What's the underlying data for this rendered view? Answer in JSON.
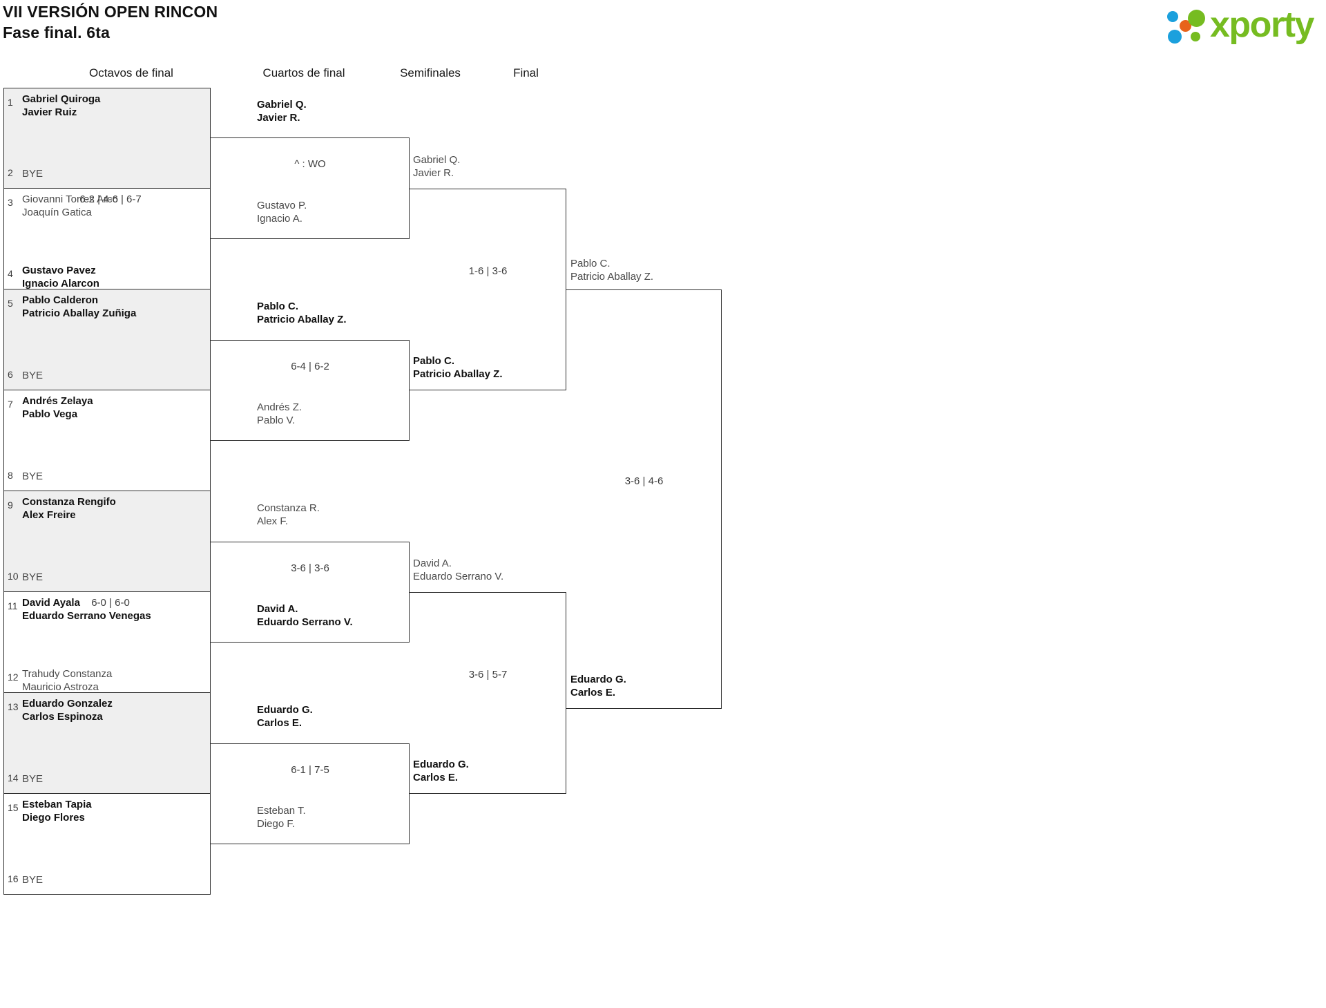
{
  "header": {
    "title_line1": "VII VERSIÓN OPEN RINCON",
    "title_line2": "Fase final. 6ta",
    "logo_text": "xporty",
    "logo_colors": {
      "green": "#76bc21",
      "blue": "#1ba0dd",
      "orange": "#e8631a"
    }
  },
  "rounds": [
    {
      "label": "Octavos de final"
    },
    {
      "label": "Cuartos de final"
    },
    {
      "label": "Semifinales"
    },
    {
      "label": "Final"
    }
  ],
  "r16": [
    {
      "seed": "1",
      "line1": "Gabriel Quiroga",
      "line2": "Javier Ruiz",
      "winner": true
    },
    {
      "seed": "2",
      "bye": "BYE"
    },
    {
      "seed": "3",
      "line1": "Giovanni Torres Arco",
      "line2": "Joaquín Gatica",
      "winner": false
    },
    {
      "seed": "4",
      "line1": "Gustavo Pavez",
      "line2": "Ignacio Alarcon",
      "winner": true
    },
    {
      "seed": "5",
      "line1": "Pablo Calderon",
      "line2": "Patricio Aballay Zuñiga",
      "winner": true
    },
    {
      "seed": "6",
      "bye": "BYE"
    },
    {
      "seed": "7",
      "line1": "Andrés Zelaya",
      "line2": "Pablo Vega",
      "winner": true
    },
    {
      "seed": "8",
      "bye": "BYE"
    },
    {
      "seed": "9",
      "line1": "Constanza Rengifo",
      "line2": "Alex Freire",
      "winner": true
    },
    {
      "seed": "10",
      "bye": "BYE"
    },
    {
      "seed": "11",
      "line1": "David Ayala",
      "line2": "Eduardo Serrano Venegas",
      "winner": true
    },
    {
      "seed": "12",
      "line1": "Trahudy Constanza",
      "line2": "Mauricio Astroza",
      "winner": false
    },
    {
      "seed": "13",
      "line1": "Eduardo Gonzalez",
      "line2": "Carlos Espinoza",
      "winner": true
    },
    {
      "seed": "14",
      "bye": "BYE"
    },
    {
      "seed": "15",
      "line1": "Esteban Tapia",
      "line2": "Diego Flores",
      "winner": true
    },
    {
      "seed": "16",
      "bye": "BYE"
    }
  ],
  "r16_scores": [
    {
      "value": ""
    },
    {
      "value": "6-2 | 4-6 | 6-7"
    },
    {
      "value": ""
    },
    {
      "value": ""
    },
    {
      "value": ""
    },
    {
      "value": "6-0 | 6-0"
    },
    {
      "value": ""
    },
    {
      "value": ""
    }
  ],
  "quarters": [
    {
      "top": {
        "line1": "Gabriel Q.",
        "line2": "Javier R.",
        "winner": true
      },
      "bottom": {
        "line1": "Gustavo P.",
        "line2": "Ignacio A.",
        "winner": false
      },
      "score": "^ : WO"
    },
    {
      "top": {
        "line1": "Pablo C.",
        "line2": "Patricio Aballay Z.",
        "winner": true
      },
      "bottom": {
        "line1": "Andrés Z.",
        "line2": "Pablo V.",
        "winner": false
      },
      "score": "6-4 | 6-2"
    },
    {
      "top": {
        "line1": "Constanza R.",
        "line2": "Alex F.",
        "winner": false
      },
      "bottom": {
        "line1": "David A.",
        "line2": "Eduardo Serrano V.",
        "winner": true
      },
      "score": "3-6 | 3-6"
    },
    {
      "top": {
        "line1": "Eduardo G.",
        "line2": "Carlos E.",
        "winner": true
      },
      "bottom": {
        "line1": "Esteban T.",
        "line2": "Diego F.",
        "winner": false
      },
      "score": "6-1 | 7-5"
    }
  ],
  "semis": [
    {
      "top": {
        "line1": "Gabriel Q.",
        "line2": "Javier R.",
        "winner": false
      },
      "bottom": {
        "line1": "Pablo C.",
        "line2": "Patricio Aballay Z.",
        "winner": true
      },
      "score": "1-6 | 3-6"
    },
    {
      "top": {
        "line1": "David A.",
        "line2": "Eduardo Serrano V.",
        "winner": false
      },
      "bottom": {
        "line1": "Eduardo G.",
        "line2": "Carlos E.",
        "winner": true
      },
      "score": "3-6 | 5-7"
    }
  ],
  "final": {
    "top": {
      "line1": "Pablo C.",
      "line2": "Patricio Aballay Z.",
      "winner": false
    },
    "bottom": {
      "line1": "Eduardo G.",
      "line2": "Carlos E.",
      "winner": true
    },
    "score": "3-6 | 4-6"
  }
}
